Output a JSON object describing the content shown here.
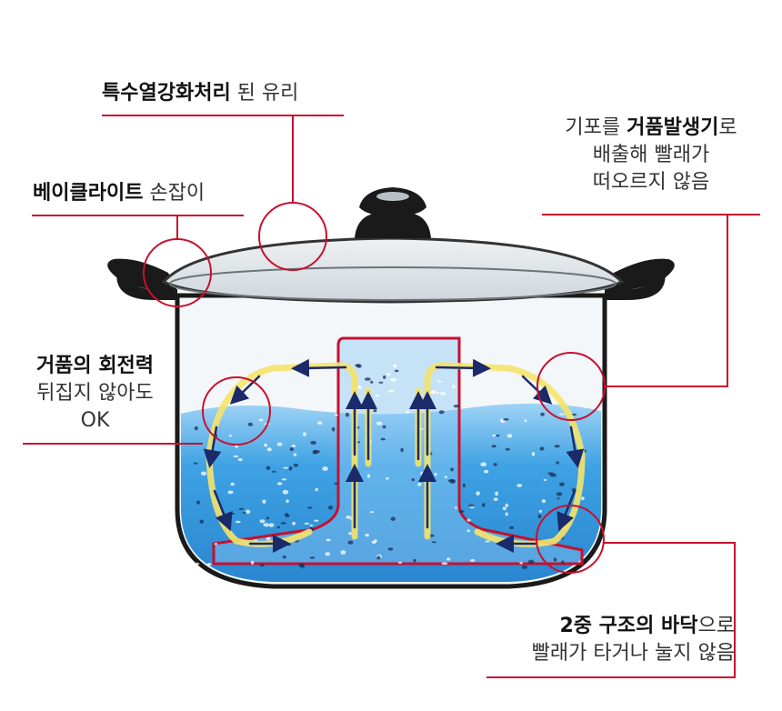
{
  "callouts": {
    "glass": {
      "bold": "특수열강화처리",
      "normal": " 된 유리"
    },
    "handle": {
      "bold": "베이클라이트",
      "normal": " 손잡이"
    },
    "lid": {
      "line1": {
        "pre": "기포를 ",
        "bold": "거품발생기",
        "post": "로"
      },
      "line2": "배출해 빨래가",
      "line3": "떠오르지 않음"
    },
    "rotation": {
      "line1": "거품의 회전력",
      "line2": "뒤집지 않아도",
      "line3": "OK"
    },
    "bottom": {
      "line1": {
        "bold": "2중 구조의 바닥",
        "post": "으로"
      },
      "line2": "빨래가 타거나 눌지 않음"
    }
  },
  "colors": {
    "accent_red": "#c8102e",
    "water_blue": "#3a9be0",
    "flow_yellow": "#f5e36a",
    "arrow_navy": "#1a2a6b"
  }
}
